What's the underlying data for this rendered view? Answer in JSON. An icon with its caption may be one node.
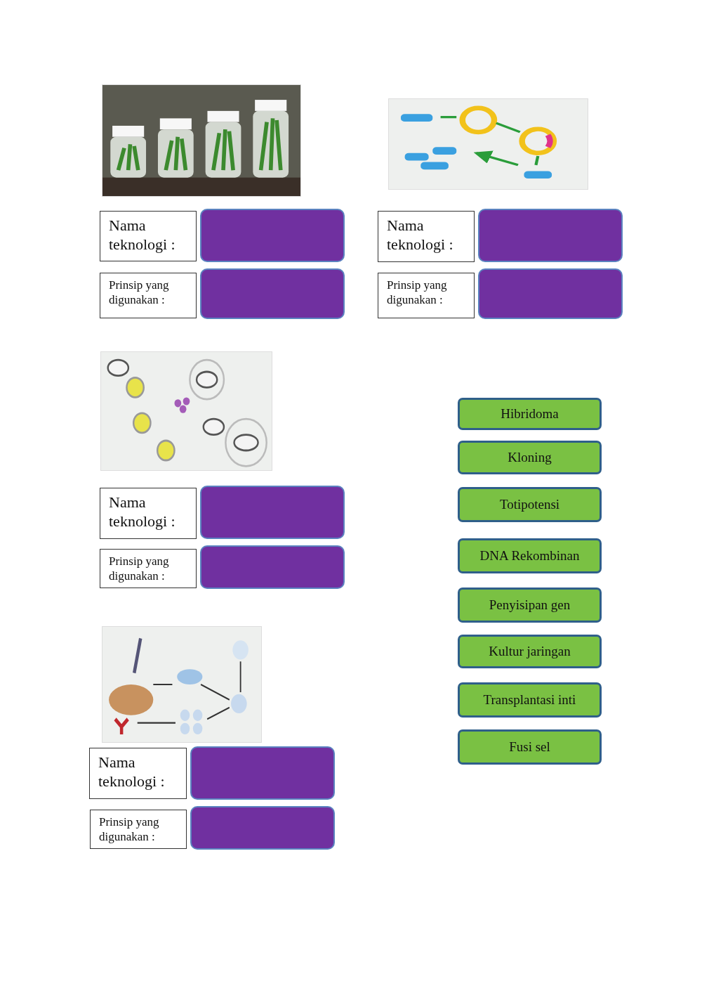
{
  "diagram": {
    "nodes": [
      {
        "text": [],
        "shape": "picture"
      },
      {
        "text": [
          "Nama teknologi :"
        ]
      },
      {
        "text": [],
        "shape": "box"
      },
      {
        "text": [
          "Prinsip yang digunakan :"
        ]
      },
      {
        "text": [],
        "shape": "box"
      },
      {
        "text": [],
        "shape": "picture"
      },
      {
        "text": [
          "Nama teknologi :"
        ]
      },
      {
        "text": [],
        "shape": "box"
      },
      {
        "text": [
          "Prinsip yang digunakan :"
        ]
      },
      {
        "text": [],
        "shape": "box"
      },
      {
        "text": [],
        "shape": "picture"
      },
      {
        "text": [
          "Nama teknologi :"
        ]
      },
      {
        "text": [],
        "shape": "box"
      },
      {
        "text": [
          "Prinsip yang digunakan :"
        ]
      },
      {
        "text": [],
        "shape": "box"
      },
      {
        "text": [
          "Hibridoma"
        ]
      },
      {
        "text": [
          "Kloning"
        ]
      },
      {
        "text": [
          "Totipotensi"
        ]
      },
      {
        "text": [
          "DNA Rekombinan"
        ]
      },
      {
        "text": [
          "Penyisipan gen"
        ]
      },
      {
        "text": [
          "Kultur jaringan"
        ]
      },
      {
        "text": [
          "Transplantasi inti"
        ]
      },
      {
        "text": [
          "Fusi sel"
        ]
      },
      {
        "text": [],
        "shape": "picture"
      },
      {
        "text": [
          "Nama teknologi :"
        ]
      },
      {
        "text": [],
        "shape": "box"
      },
      {
        "text": [
          "Prinsip yang digunakan :"
        ]
      },
      {
        "text": [],
        "shape": "box"
      }
    ]
  }
}
